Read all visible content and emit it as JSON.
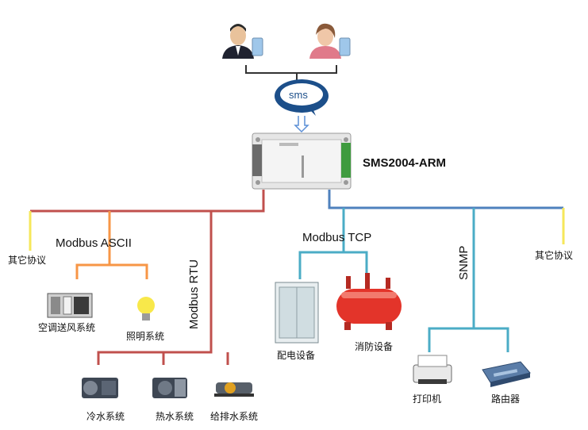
{
  "device": {
    "model": "SMS2004-ARM"
  },
  "sms": {
    "bubble_text": "sms"
  },
  "protocols": {
    "modbus_ascii": "Modbus ASCII",
    "modbus_rtu": "Modbus RTU",
    "modbus_tcp": "Modbus TCP",
    "snmp": "SNMP"
  },
  "labels": {
    "other_left": "其它协议",
    "other_right": "其它协议",
    "ac": "空调送风系统",
    "lighting": "照明系统",
    "power": "配电设备",
    "fire": "消防设备",
    "chilled": "冷水系统",
    "hot": "热水系统",
    "supply": "给排水系统",
    "printer": "打印机",
    "router": "路由器"
  },
  "colors": {
    "red": "#c0504d",
    "blue": "#4f81bd",
    "orange": "#f79646",
    "cyan": "#4bacc6",
    "yellow": "#f6e75a"
  }
}
